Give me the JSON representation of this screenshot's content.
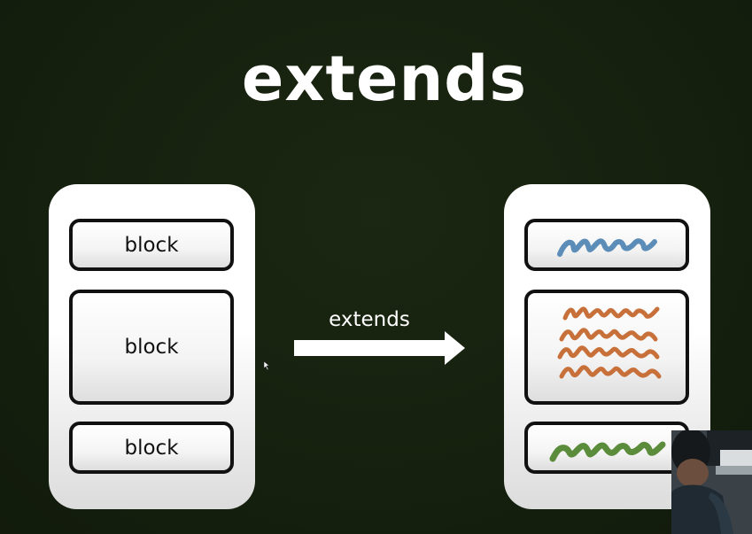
{
  "title": "extends",
  "left_panel": {
    "blocks": [
      "block",
      "block",
      "block"
    ]
  },
  "arrow": {
    "label": "extends"
  },
  "right_panel": {
    "scribble_colors": [
      "#5b8db8",
      "#c8703a",
      "#5a8c3c"
    ]
  }
}
